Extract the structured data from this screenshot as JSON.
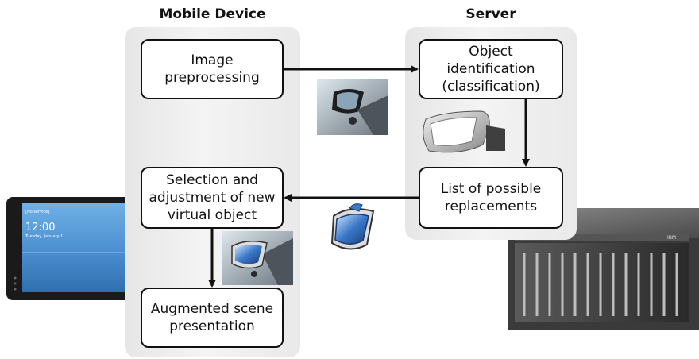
{
  "lanes": {
    "mobile": {
      "title": "Mobile Device"
    },
    "server": {
      "title": "Server"
    }
  },
  "boxes": {
    "image_preprocessing": "Image\npreprocessing",
    "object_identification": "Object\nidentification\n(classification)",
    "selection_adjustment": "Selection and\nadjustment of new\nvirtual object",
    "possible_replacements": "List of possible\nreplacements",
    "augmented_scene": "Augmented scene\npresentation"
  },
  "tablet_screen": {
    "status": "[No service]",
    "time": "12:00",
    "date": "Tuesday, January 1"
  },
  "server_brand": "IBM",
  "colors": {
    "lane_fill": "#ececec",
    "box_border": "#111111",
    "mirror_blue": "#3a78c8",
    "tablet_screen": "#4a8ed0"
  }
}
